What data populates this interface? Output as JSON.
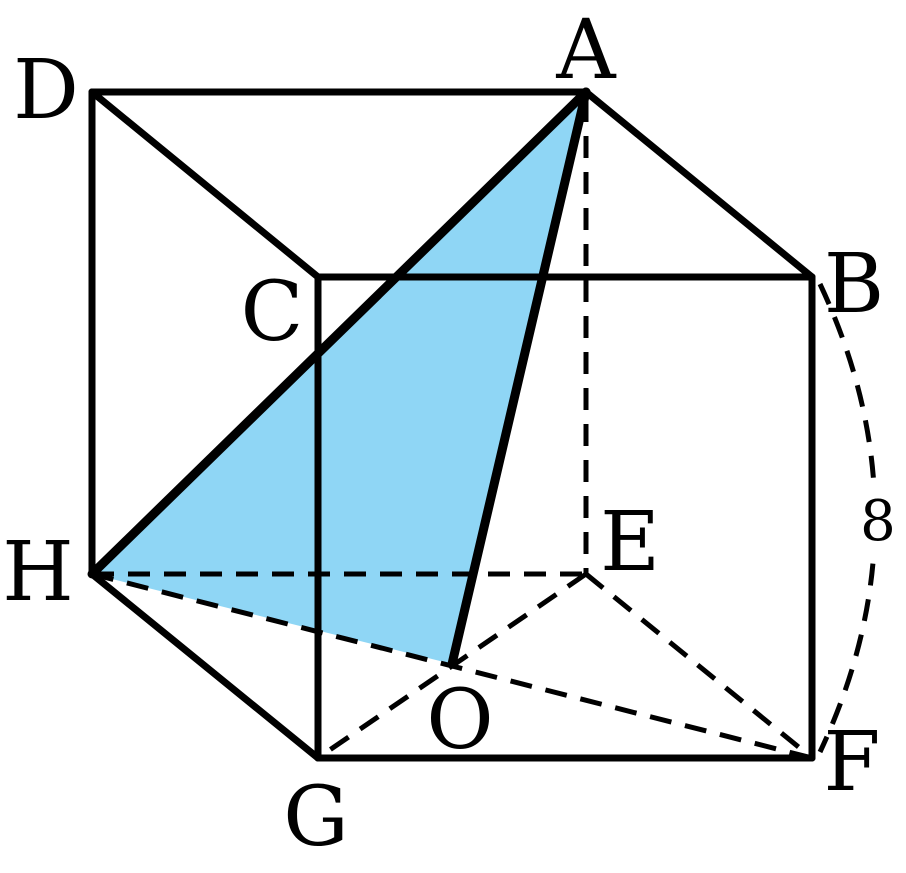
{
  "vertices": {
    "A": "A",
    "B": "B",
    "C": "C",
    "D": "D",
    "E": "E",
    "F": "F",
    "G": "G",
    "H": "H",
    "O": "O"
  },
  "dimension": {
    "edge_length": "8"
  },
  "colors": {
    "face": "#8fd6f5",
    "stroke": "#000000"
  }
}
